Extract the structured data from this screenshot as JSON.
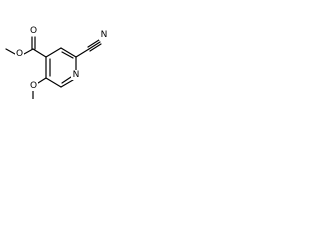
{
  "diagram": {
    "type": "chemical-structure",
    "atoms": [
      {
        "id": "ester_O_methyl",
        "label": "O"
      },
      {
        "id": "carbonyl_O",
        "label": "O"
      },
      {
        "id": "ring_N",
        "label": "N"
      },
      {
        "id": "nitrile_N",
        "label": "N"
      },
      {
        "id": "methoxy_O",
        "label": "O"
      }
    ]
  }
}
